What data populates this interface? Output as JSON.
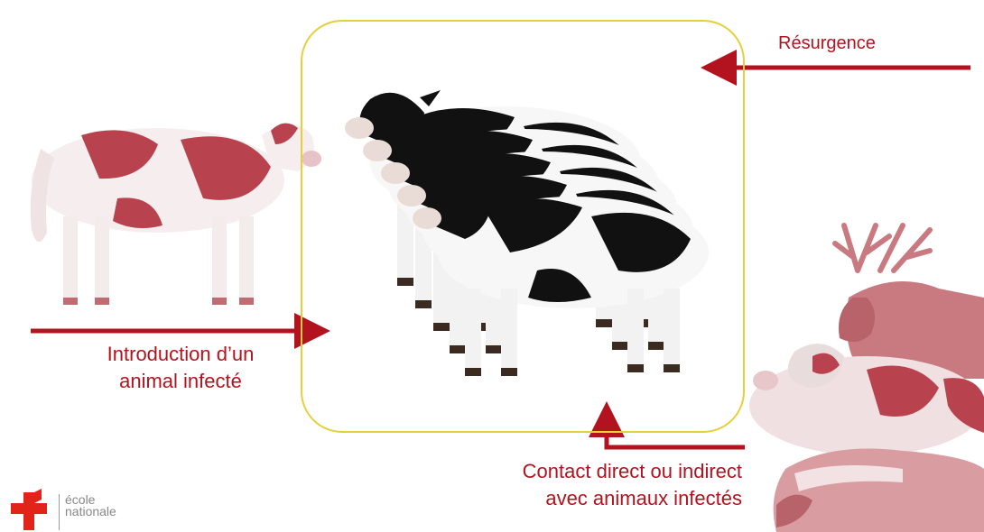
{
  "labels": {
    "resurgence": "Résurgence",
    "introduction_line1": "Introduction d’un",
    "introduction_line2": "animal infecté",
    "contact_line1": "Contact direct ou indirect",
    "contact_line2": "avec animaux infectés"
  },
  "logo": {
    "line1": "école",
    "line2": "nationale"
  },
  "colors": {
    "accent": "#b3121f",
    "box_border": "#e6cf3a",
    "infected_tint": "#c0505a"
  }
}
